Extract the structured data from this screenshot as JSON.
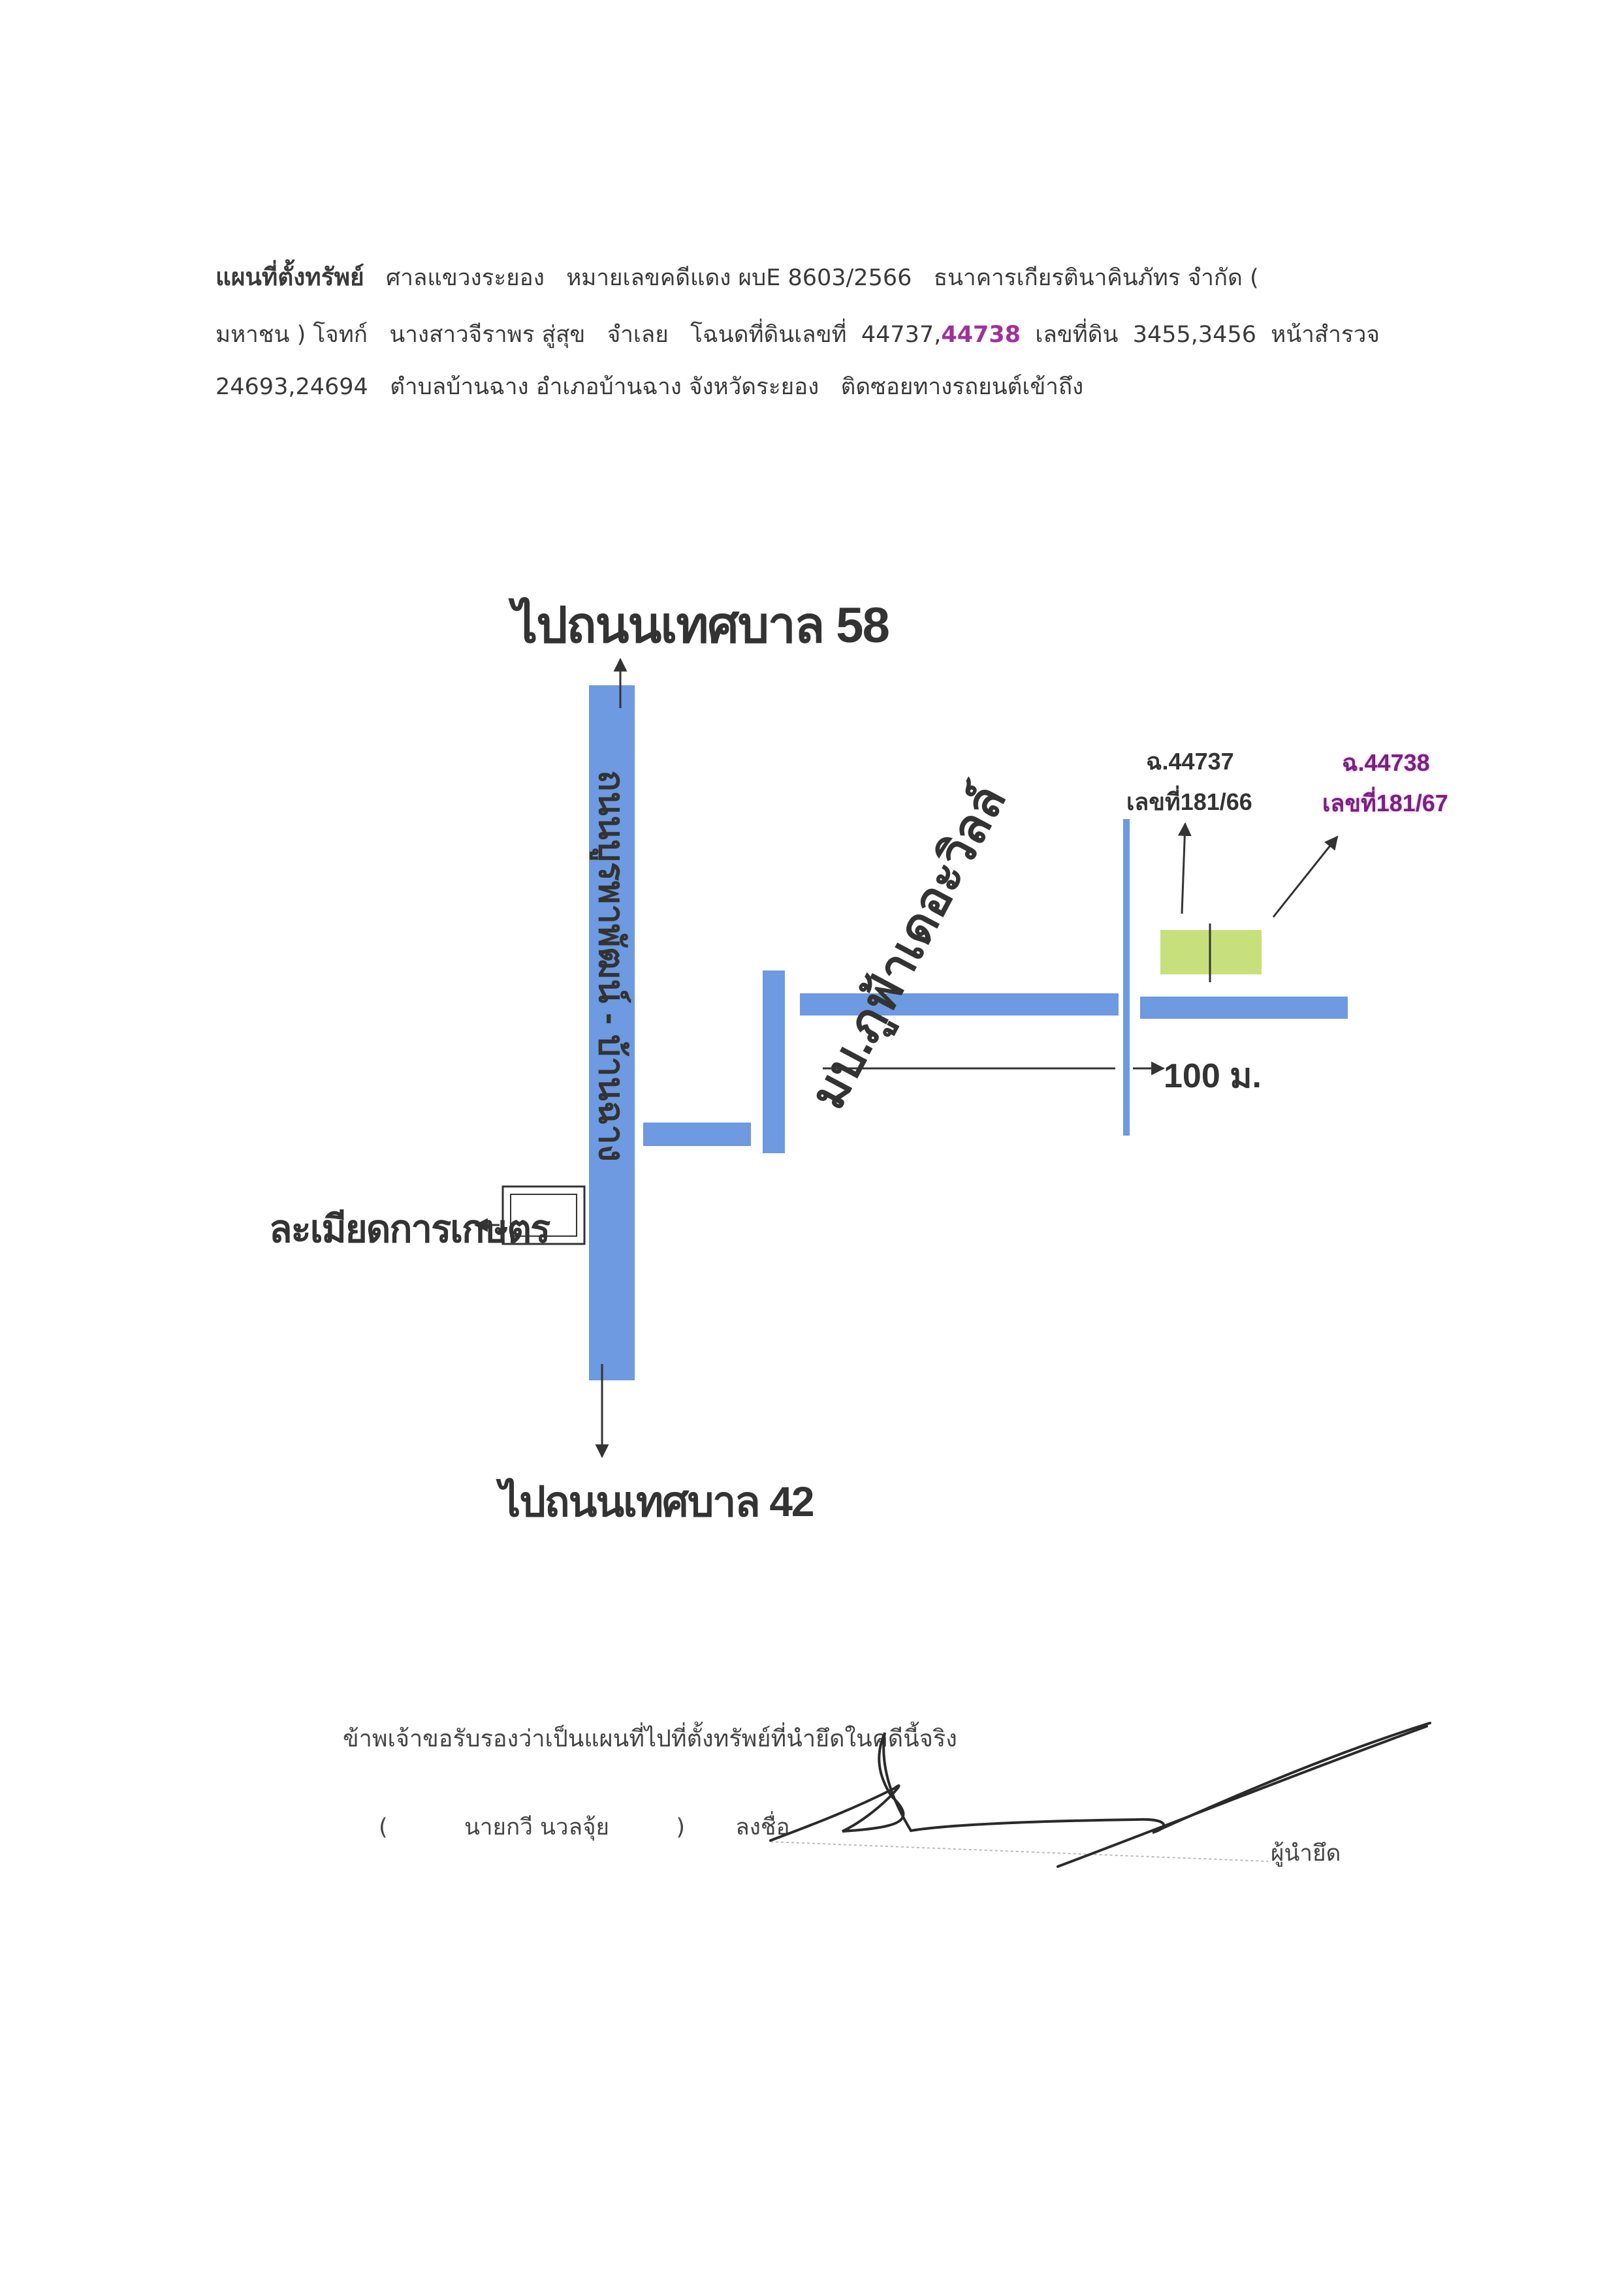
{
  "header": {
    "line1": {
      "title": "แผนที่ตั้งทรัพย์",
      "court": "ศาลแขวงระยอง",
      "case_no": "หมายเลขคดีแดง ผบE 8603/2566",
      "plaintiff": "ธนาคารเกียรตินาคินภัทร จำกัด ("
    },
    "line2": {
      "plaintiff_end": "มหาชน ) โจทก์",
      "defendant": "นางสาวจีราพร สู่สุข",
      "defendant_role": "จำเลย",
      "deed_label": "โฉนดที่ดินเลขที่",
      "deed_a": "44737,",
      "deed_b": "44738",
      "land_no_label": "เลขที่ดิน",
      "land_no": "3455,3456",
      "survey_label": "หน้าสำรวจ"
    },
    "line3": {
      "survey_no": "24693,24694",
      "location": "ตำบลบ้านฉาง อำเภอบ้านฉาง จังหวัดระยอง",
      "access": "ติดซอยทางรถยนต์เข้าถึง"
    }
  },
  "map": {
    "road_color": "#6d9ae0",
    "plot_color": "#c8e07c",
    "to_north": "ไปถนนเทศบาล 58",
    "to_south": "ไปถนนเทศบาล 42",
    "main_road": "ถนนบูรพาพัฒน์ - บ้านฉาง",
    "village": "มบ.ภูฟ้าเดอะวิลล์",
    "landmark": "ละเมียดการเกษตร",
    "distance": "100 ม.",
    "plot_a_deed": "ฉ.44737",
    "plot_a_house": "เลขที่181/66",
    "plot_b_deed": "ฉ.44738",
    "plot_b_house": "เลขที่181/67",
    "highlight_color": "#a0319c"
  },
  "footer": {
    "certify": "ข้าพเจ้าขอรับรองว่าเป็นแผนที่ไปที่ตั้งทรัพย์ที่นำยึดในคดีนี้จริง",
    "open_paren": "(",
    "name": "นายกวี นวลจุ้ย",
    "close_paren": ")",
    "sign_label": "ลงชื่อ",
    "role": "ผู้นำยึด"
  }
}
